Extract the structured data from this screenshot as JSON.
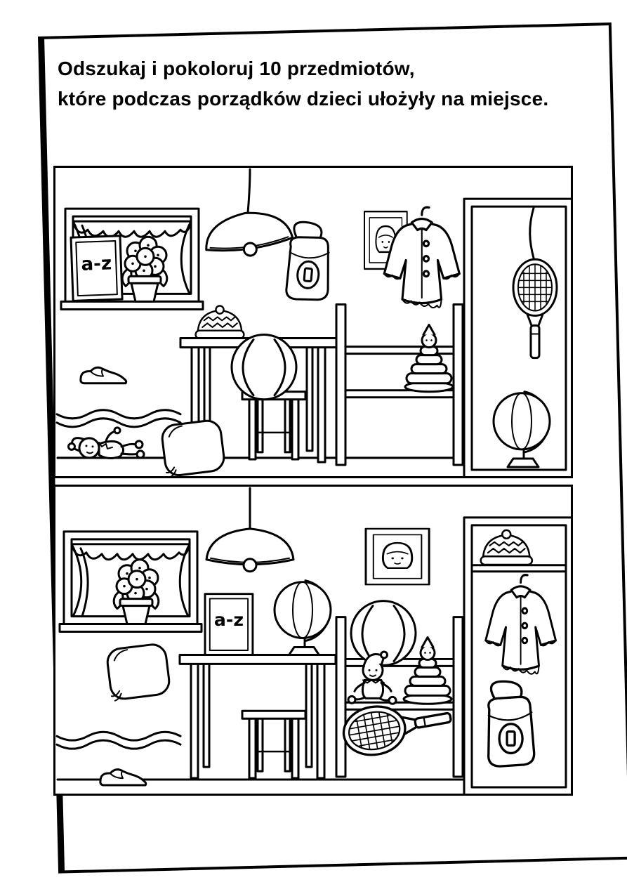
{
  "page": {
    "paper_color": "#ffffff",
    "ink_color": "#000000",
    "instructions": {
      "line1": "Odszukaj i pokoloruj 10 przedmiotów,",
      "line2": "które podczas porządków dzieci ułożyły na miejsce."
    }
  },
  "book": {
    "label": "a-z"
  },
  "scenes": {
    "top": {
      "name": "messy-room",
      "objects": [
        "window with curtains",
        "flower pot on windowsill",
        "a-z book on windowsill",
        "ceiling lamp",
        "school bag hanging on lamp",
        "picture frame",
        "winter coat on wall hook",
        "shelf rack",
        "ring stacking toy on shelf",
        "beanie hat on table",
        "table",
        "stool",
        "beach ball on stool",
        "pillow on floor",
        "shoe on floor",
        "rag doll on floor",
        "wardrobe",
        "tennis racket hanging in wardrobe",
        "globe in wardrobe"
      ]
    },
    "bottom": {
      "name": "tidy-room",
      "objects": [
        "window with curtains",
        "flower pot on windowsill",
        "ceiling lamp",
        "picture frame",
        "pillow on bench",
        "a-z book on table",
        "globe on table",
        "table",
        "shelf rack",
        "beach ball on shelf",
        "rag doll on shelf",
        "ring stacking toy on shelf",
        "tennis racket on lower shelf",
        "stool",
        "shoe on floor",
        "wardrobe",
        "beanie hat on wardrobe shelf",
        "winter coat in wardrobe",
        "school bag in wardrobe"
      ]
    }
  }
}
